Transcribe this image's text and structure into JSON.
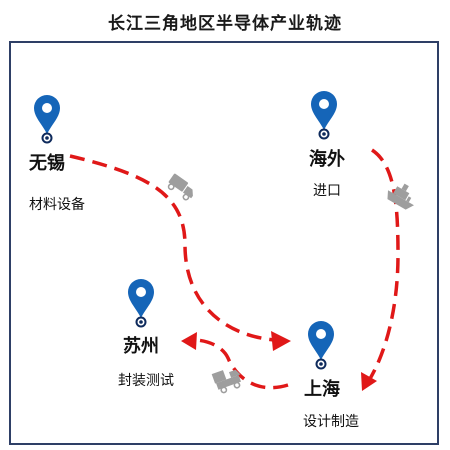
{
  "title": "长江三角地区半导体产业轨迹",
  "nodes": [
    {
      "city": "无锡",
      "industry": "材料设备"
    },
    {
      "city": "海外",
      "industry": "进口"
    },
    {
      "city": "苏州",
      "industry": "封装测试"
    },
    {
      "city": "上海",
      "industry": "设计制造"
    }
  ],
  "colors": {
    "pin": "#1565b8",
    "pin_center": "#0e2a5c",
    "route": "#e01818",
    "frame": "#2e3f66",
    "icon": "#9e9e9e"
  },
  "icons": [
    "truck-icon",
    "ship-icon",
    "package-truck-icon"
  ]
}
